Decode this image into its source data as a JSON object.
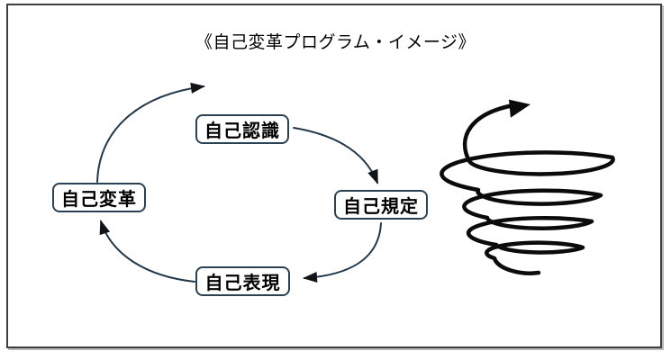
{
  "title": "《自己変革プログラム・イメージ》",
  "cycle": {
    "nodes": [
      {
        "id": "self-awareness",
        "label": "自己認識"
      },
      {
        "id": "self-definition",
        "label": "自己規定"
      },
      {
        "id": "self-expression",
        "label": "自己表現"
      },
      {
        "id": "self-transformation",
        "label": "自己変革"
      }
    ],
    "edges": [
      {
        "from": "自己認識",
        "to": "自己規定"
      },
      {
        "from": "自己規定",
        "to": "自己表現"
      },
      {
        "from": "自己表現",
        "to": "自己変革"
      },
      {
        "from": "自己変革",
        "to": "自己認識"
      }
    ]
  },
  "spiral_icon": "upward-spiral-arrow",
  "colors": {
    "arrow_line": "#22384a",
    "arrowhead": "#101418",
    "box_border": "#2b4255",
    "text": "#000000",
    "spiral": "#0b0b0b",
    "frame_border": "#3f3f3f",
    "background": "#ffffff"
  }
}
